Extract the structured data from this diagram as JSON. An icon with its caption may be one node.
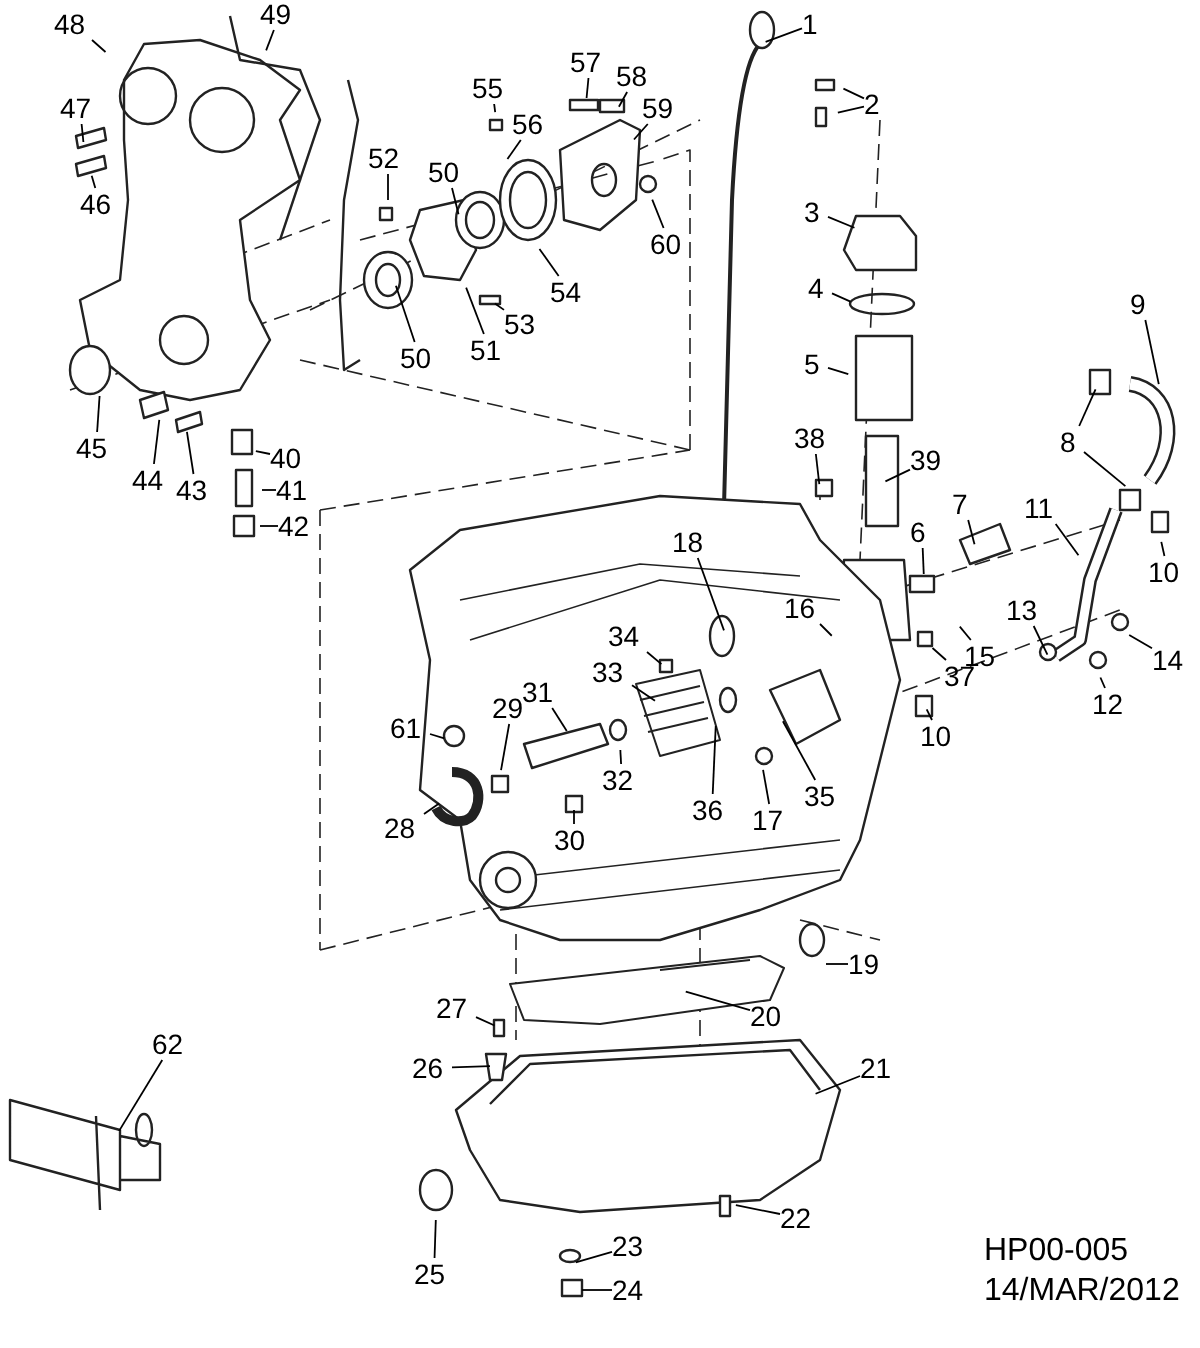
{
  "diagram": {
    "nodes": [
      {
        "text": [
          "1"
        ]
      },
      {
        "text": [
          "2"
        ]
      },
      {
        "text": [
          "3"
        ]
      },
      {
        "text": [
          "4"
        ]
      },
      {
        "text": [
          "5"
        ]
      },
      {
        "text": [
          "6"
        ]
      },
      {
        "text": [
          "7"
        ]
      },
      {
        "text": [
          "8"
        ]
      },
      {
        "text": [
          "9"
        ]
      },
      {
        "text": [
          "10"
        ]
      },
      {
        "text": [
          "10"
        ]
      },
      {
        "text": [
          "11"
        ]
      },
      {
        "text": [
          "12"
        ]
      },
      {
        "text": [
          "13"
        ]
      },
      {
        "text": [
          "14"
        ]
      },
      {
        "text": [
          "15"
        ]
      },
      {
        "text": [
          "16"
        ]
      },
      {
        "text": [
          "17"
        ]
      },
      {
        "text": [
          "18"
        ]
      },
      {
        "text": [
          "19"
        ]
      },
      {
        "text": [
          "20"
        ]
      },
      {
        "text": [
          "21"
        ]
      },
      {
        "text": [
          "22"
        ]
      },
      {
        "text": [
          "23"
        ]
      },
      {
        "text": [
          "24"
        ]
      },
      {
        "text": [
          "25"
        ]
      },
      {
        "text": [
          "26"
        ]
      },
      {
        "text": [
          "27"
        ]
      },
      {
        "text": [
          "28"
        ]
      },
      {
        "text": [
          "29"
        ]
      },
      {
        "text": [
          "30"
        ]
      },
      {
        "text": [
          "31"
        ]
      },
      {
        "text": [
          "32"
        ]
      },
      {
        "text": [
          "33"
        ]
      },
      {
        "text": [
          "34"
        ]
      },
      {
        "text": [
          "35"
        ]
      },
      {
        "text": [
          "36"
        ]
      },
      {
        "text": [
          "37"
        ]
      },
      {
        "text": [
          "38"
        ]
      },
      {
        "text": [
          "39"
        ]
      },
      {
        "text": [
          "40"
        ]
      },
      {
        "text": [
          "41"
        ]
      },
      {
        "text": [
          "42"
        ]
      },
      {
        "text": [
          "43"
        ]
      },
      {
        "text": [
          "44"
        ]
      },
      {
        "text": [
          "45"
        ]
      },
      {
        "text": [
          "46"
        ]
      },
      {
        "text": [
          "47"
        ]
      },
      {
        "text": [
          "48"
        ]
      },
      {
        "text": [
          "49"
        ]
      },
      {
        "text": [
          "50"
        ]
      },
      {
        "text": [
          "50"
        ]
      },
      {
        "text": [
          "51"
        ]
      },
      {
        "text": [
          "52"
        ]
      },
      {
        "text": [
          "53"
        ]
      },
      {
        "text": [
          "54"
        ]
      },
      {
        "text": [
          "55"
        ]
      },
      {
        "text": [
          "56"
        ]
      },
      {
        "text": [
          "57"
        ]
      },
      {
        "text": [
          "58"
        ]
      },
      {
        "text": [
          "59"
        ]
      },
      {
        "text": [
          "60"
        ]
      },
      {
        "text": [
          "61"
        ]
      },
      {
        "text": [
          "62"
        ]
      }
    ],
    "edges": [
      {
        "from": 0,
        "to": null,
        "arrow": "none"
      },
      {
        "from": 1,
        "to": null,
        "arrow": "none"
      },
      {
        "from": 2,
        "to": null,
        "arrow": "none"
      },
      {
        "from": 3,
        "to": null,
        "arrow": "none"
      },
      {
        "from": 4,
        "to": null,
        "arrow": "none"
      },
      {
        "from": 5,
        "to": null,
        "arrow": "none"
      },
      {
        "from": 6,
        "to": null,
        "arrow": "none"
      },
      {
        "from": 7,
        "to": null,
        "arrow": "none"
      },
      {
        "from": 8,
        "to": null,
        "arrow": "none"
      },
      {
        "from": 9,
        "to": null,
        "arrow": "none"
      },
      {
        "from": 10,
        "to": null,
        "arrow": "none"
      },
      {
        "from": 11,
        "to": null,
        "arrow": "none"
      },
      {
        "from": 12,
        "to": null,
        "arrow": "none"
      },
      {
        "from": 13,
        "to": null,
        "arrow": "none"
      },
      {
        "from": 14,
        "to": null,
        "arrow": "none"
      },
      {
        "from": 15,
        "to": null,
        "arrow": "none"
      },
      {
        "from": 16,
        "to": null,
        "arrow": "none"
      },
      {
        "from": 17,
        "to": null,
        "arrow": "none"
      },
      {
        "from": 18,
        "to": null,
        "arrow": "none"
      },
      {
        "from": 19,
        "to": null,
        "arrow": "none"
      },
      {
        "from": 20,
        "to": null,
        "arrow": "none"
      },
      {
        "from": 21,
        "to": null,
        "arrow": "none"
      },
      {
        "from": 22,
        "to": null,
        "arrow": "none"
      },
      {
        "from": 23,
        "to": null,
        "arrow": "none"
      },
      {
        "from": 24,
        "to": null,
        "arrow": "none"
      },
      {
        "from": 25,
        "to": null,
        "arrow": "none"
      },
      {
        "from": 26,
        "to": null,
        "arrow": "none"
      },
      {
        "from": 27,
        "to": null,
        "arrow": "none"
      },
      {
        "from": 28,
        "to": null,
        "arrow": "none"
      },
      {
        "from": 29,
        "to": null,
        "arrow": "none"
      },
      {
        "from": 30,
        "to": null,
        "arrow": "none"
      },
      {
        "from": 31,
        "to": null,
        "arrow": "none"
      },
      {
        "from": 32,
        "to": null,
        "arrow": "none"
      },
      {
        "from": 33,
        "to": null,
        "arrow": "none"
      },
      {
        "from": 34,
        "to": null,
        "arrow": "none"
      },
      {
        "from": 35,
        "to": null,
        "arrow": "none"
      },
      {
        "from": 36,
        "to": null,
        "arrow": "none"
      },
      {
        "from": 37,
        "to": null,
        "arrow": "none"
      },
      {
        "from": 38,
        "to": null,
        "arrow": "none"
      },
      {
        "from": 39,
        "to": null,
        "arrow": "none"
      },
      {
        "from": 40,
        "to": null,
        "arrow": "none"
      },
      {
        "from": 41,
        "to": null,
        "arrow": "none"
      },
      {
        "from": 42,
        "to": null,
        "arrow": "none"
      },
      {
        "from": 43,
        "to": null,
        "arrow": "none"
      },
      {
        "from": 44,
        "to": null,
        "arrow": "none"
      },
      {
        "from": 45,
        "to": null,
        "arrow": "none"
      },
      {
        "from": 46,
        "to": null,
        "arrow": "none"
      },
      {
        "from": 47,
        "to": null,
        "arrow": "none"
      },
      {
        "from": 48,
        "to": null,
        "arrow": "none"
      },
      {
        "from": 49,
        "to": null,
        "arrow": "none"
      },
      {
        "from": 50,
        "to": null,
        "arrow": "none"
      },
      {
        "from": 51,
        "to": null,
        "arrow": "none"
      },
      {
        "from": 52,
        "to": null,
        "arrow": "none"
      },
      {
        "from": 53,
        "to": null,
        "arrow": "none"
      },
      {
        "from": 54,
        "to": null,
        "arrow": "none"
      },
      {
        "from": 55,
        "to": null,
        "arrow": "none"
      },
      {
        "from": 56,
        "to": null,
        "arrow": "none"
      },
      {
        "from": 57,
        "to": null,
        "arrow": "none"
      },
      {
        "from": 58,
        "to": null,
        "arrow": "none"
      },
      {
        "from": 59,
        "to": null,
        "arrow": "none"
      },
      {
        "from": 60,
        "to": null,
        "arrow": "none"
      },
      {
        "from": 61,
        "to": null,
        "arrow": "none"
      },
      {
        "from": 62,
        "to": null,
        "arrow": "none"
      },
      {
        "from": 63,
        "to": null,
        "arrow": "none"
      },
      {
        "from": 1,
        "to": null,
        "arrow": "none"
      },
      {
        "from": 7,
        "to": null,
        "arrow": "none"
      }
    ],
    "labels": [
      "HP00-005",
      "14/MAR/2012"
    ]
  }
}
